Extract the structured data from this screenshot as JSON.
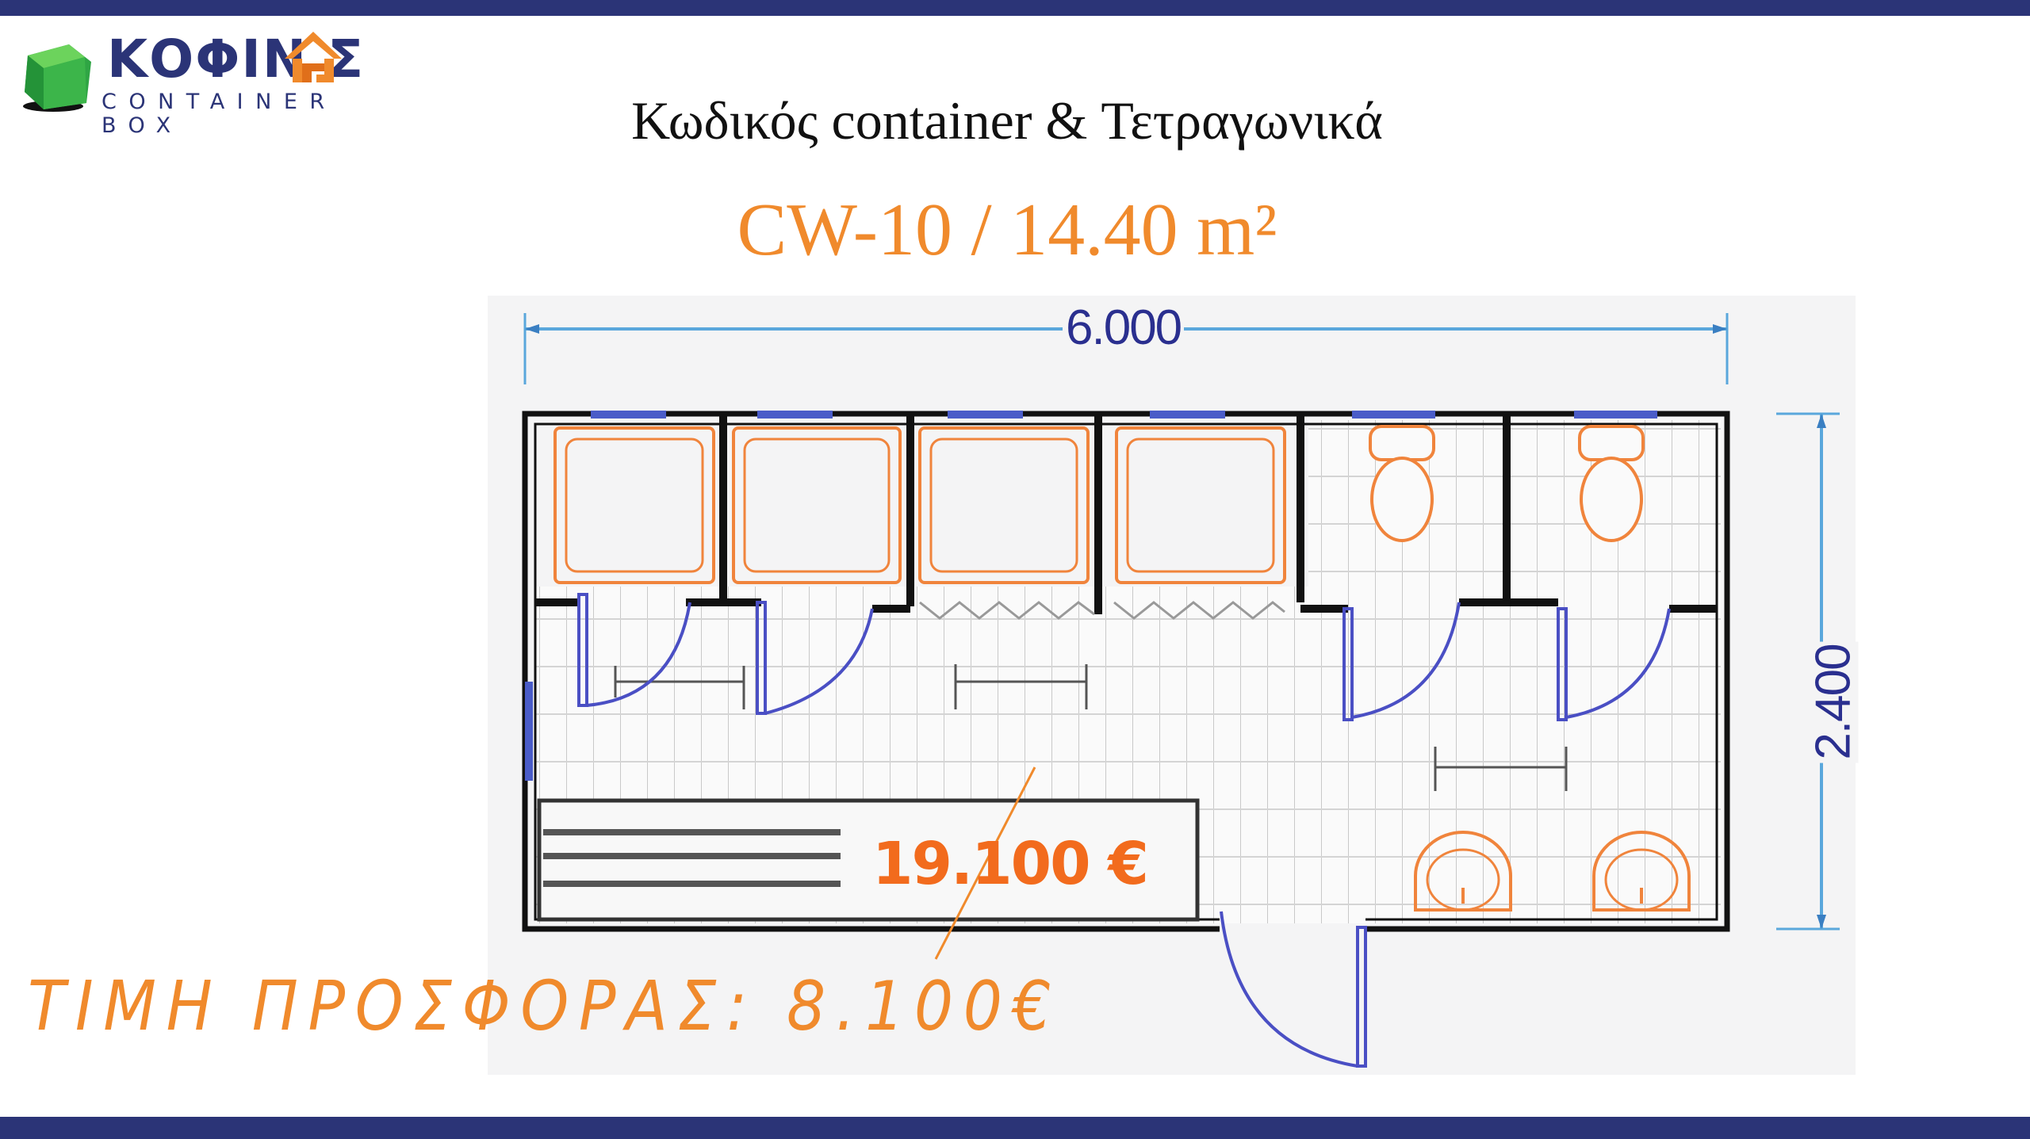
{
  "colors": {
    "band": "#2b3477",
    "brand_navy": "#2b3477",
    "brand_green": "#3cb54a",
    "brand_orange": "#f08a2c",
    "accent_orange": "#f08a2c",
    "price_orange": "#f26b1d",
    "dimension_blue": "#5aa7dc",
    "dimension_text": "#2a2f8f",
    "door_blue": "#4a4fc4",
    "fixture_orange": "#f0843c",
    "wall": "#111111",
    "grid": "#c8c8c8"
  },
  "logo": {
    "wordmark": "ΚΟΦΙΝ  Σ",
    "subtitle": "CONTAINER BOX",
    "icons": [
      "green-cube-icon",
      "orange-house-icon"
    ]
  },
  "header": {
    "title": "Κωδικός container & Τετραγωνικά",
    "code": "CW-10 / 14.40 m²"
  },
  "floor_plan": {
    "width_label": "6.000",
    "height_label": "2.400",
    "showers": 4,
    "toilets": 2,
    "sinks": 2,
    "bench": 1,
    "entry_door": 1
  },
  "pricing": {
    "original_price": "19.100 €",
    "original_price_struck": true,
    "offer_label": "ΤΙΜΗ ΠΡΟΣΦΟΡΑΣ: 8.100€"
  }
}
